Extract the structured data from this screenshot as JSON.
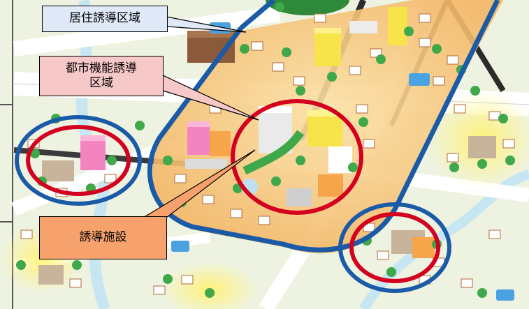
{
  "labels": {
    "residential_zone": "居住誘導区域",
    "urban_function_zone_line1": "都市機能誘導",
    "urban_function_zone_line2": "区域",
    "induced_facility": "誘導施設"
  },
  "colors": {
    "residential_ring": "#1a5aa6",
    "urban_function_ring": "#d4001f",
    "residential_label_bg": "#dfe9f7",
    "urban_label_bg": "#f7c8c8",
    "facility_label_bg": "#f7a26c",
    "map_background": "#f1f5e4",
    "zone_fill": "#f6c271",
    "road": "#ffffff",
    "river": "#bfe3f2",
    "rail": "#2b2b2b"
  }
}
